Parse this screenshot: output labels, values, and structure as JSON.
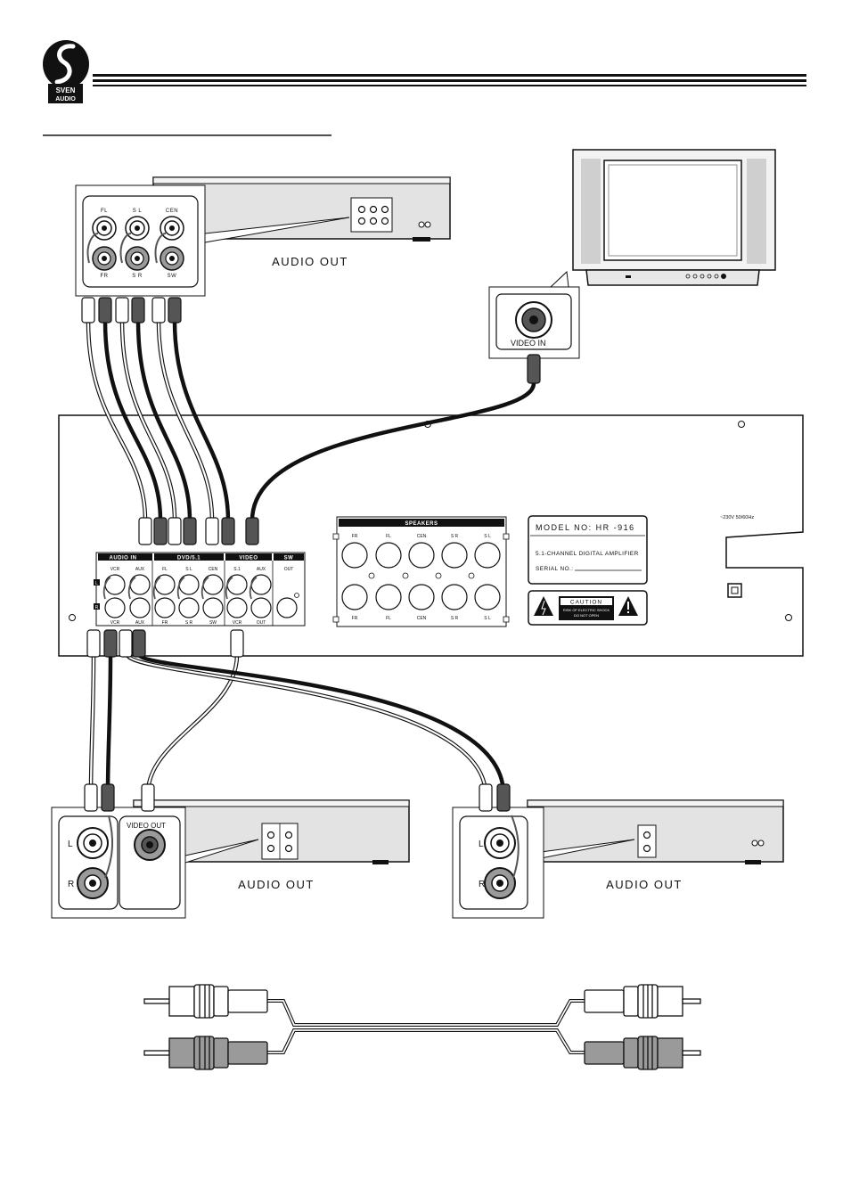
{
  "brand": {
    "logo_top": "SVEN",
    "logo_bottom": "AUDIO"
  },
  "dvd_player": {
    "audio_out_label": "AUDIO OUT",
    "jacks": [
      "FL",
      "S L",
      "CEN",
      "FR",
      "S R",
      "SW"
    ]
  },
  "tv": {
    "video_in_label": "VIDEO IN"
  },
  "amplifier": {
    "audio_in_label": "AUDIO IN",
    "dvd51_label": "DVD/5.1",
    "video_label": "VIDEO",
    "sw_label": "SW",
    "audio_in_top": [
      "VCR",
      "AUX"
    ],
    "audio_in_bottom": [
      "VCR",
      "AUX"
    ],
    "dvd51_top": [
      "FL",
      "S L",
      "CEN"
    ],
    "dvd51_bottom": [
      "FR",
      "S R",
      "SW"
    ],
    "video_top": [
      "S.1",
      "AUX"
    ],
    "video_bottom": [
      "VCR",
      "OUT"
    ],
    "sw_out": "OUT",
    "lr_left": "L",
    "lr_right": "R",
    "speakers_label": "SPEAKERS",
    "speakers_top": [
      "FR",
      "FL",
      "CEN",
      "S R",
      "S L"
    ],
    "speakers_bottom": [
      "FR",
      "FL",
      "CEN",
      "S R",
      "S L"
    ],
    "model_line": "MODEL NO: HR -916",
    "desc_line": "5.1-CHANNEL DIGITAL AMPLIFIER",
    "serial_line": "SERIAL NO.:",
    "caution_title": "CAUTION",
    "caution_line1": "RISK OF ELECTRIC SHOCK",
    "caution_line2": "DO NOT OPEN",
    "power_label": "~230V  50/60Hz"
  },
  "vcr": {
    "jack_l": "L",
    "jack_r": "R",
    "video_out_label": "VIDEO OUT",
    "audio_out_label": "AUDIO OUT"
  },
  "aux_device": {
    "jack_l": "L",
    "jack_r": "R",
    "audio_out_label": "AUDIO OUT"
  },
  "colors": {
    "ink": "#111111",
    "grey": "#9a9a9a",
    "light": "#d8d8d8",
    "panel": "#e0e0e0"
  },
  "icons": [
    "sven-audio-logo-icon",
    "warning-triangle-icon",
    "power-switch-icon",
    "rca-cable-icon"
  ]
}
